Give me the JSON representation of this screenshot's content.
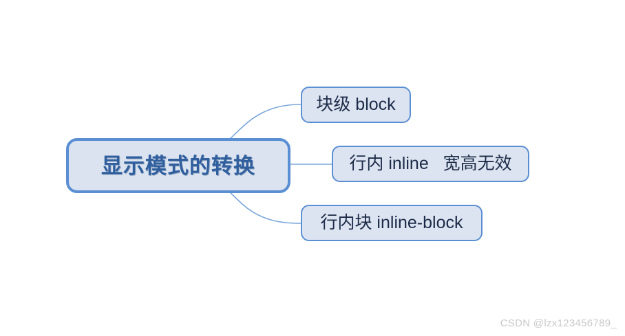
{
  "diagram": {
    "type": "mind-map",
    "root": {
      "label": "显示模式的转换",
      "text_color": "#2f5f9e",
      "fill_color": "#dbe3f0",
      "border_color": "#5b8fd4"
    },
    "branches": [
      {
        "id": "block",
        "label": "块级 block",
        "fill_color": "#dce4f1",
        "border_color": "#5b8fd4",
        "text_color": "#1d2b48",
        "connector": "curve-up"
      },
      {
        "id": "inline",
        "label": "行内 inline   宽高无效",
        "fill_color": "#dce4f1",
        "border_color": "#5b8fd4",
        "text_color": "#1d2b48",
        "connector": "straight"
      },
      {
        "id": "inline-block",
        "label": "行内块 inline-block",
        "fill_color": "#dce4f1",
        "border_color": "#5b8fd4",
        "text_color": "#1d2b48",
        "connector": "curve-down"
      }
    ],
    "connector_color": "#7ba7db"
  },
  "watermark": {
    "text": "CSDN @lzx123456789_",
    "color": "#c9c9c9"
  }
}
